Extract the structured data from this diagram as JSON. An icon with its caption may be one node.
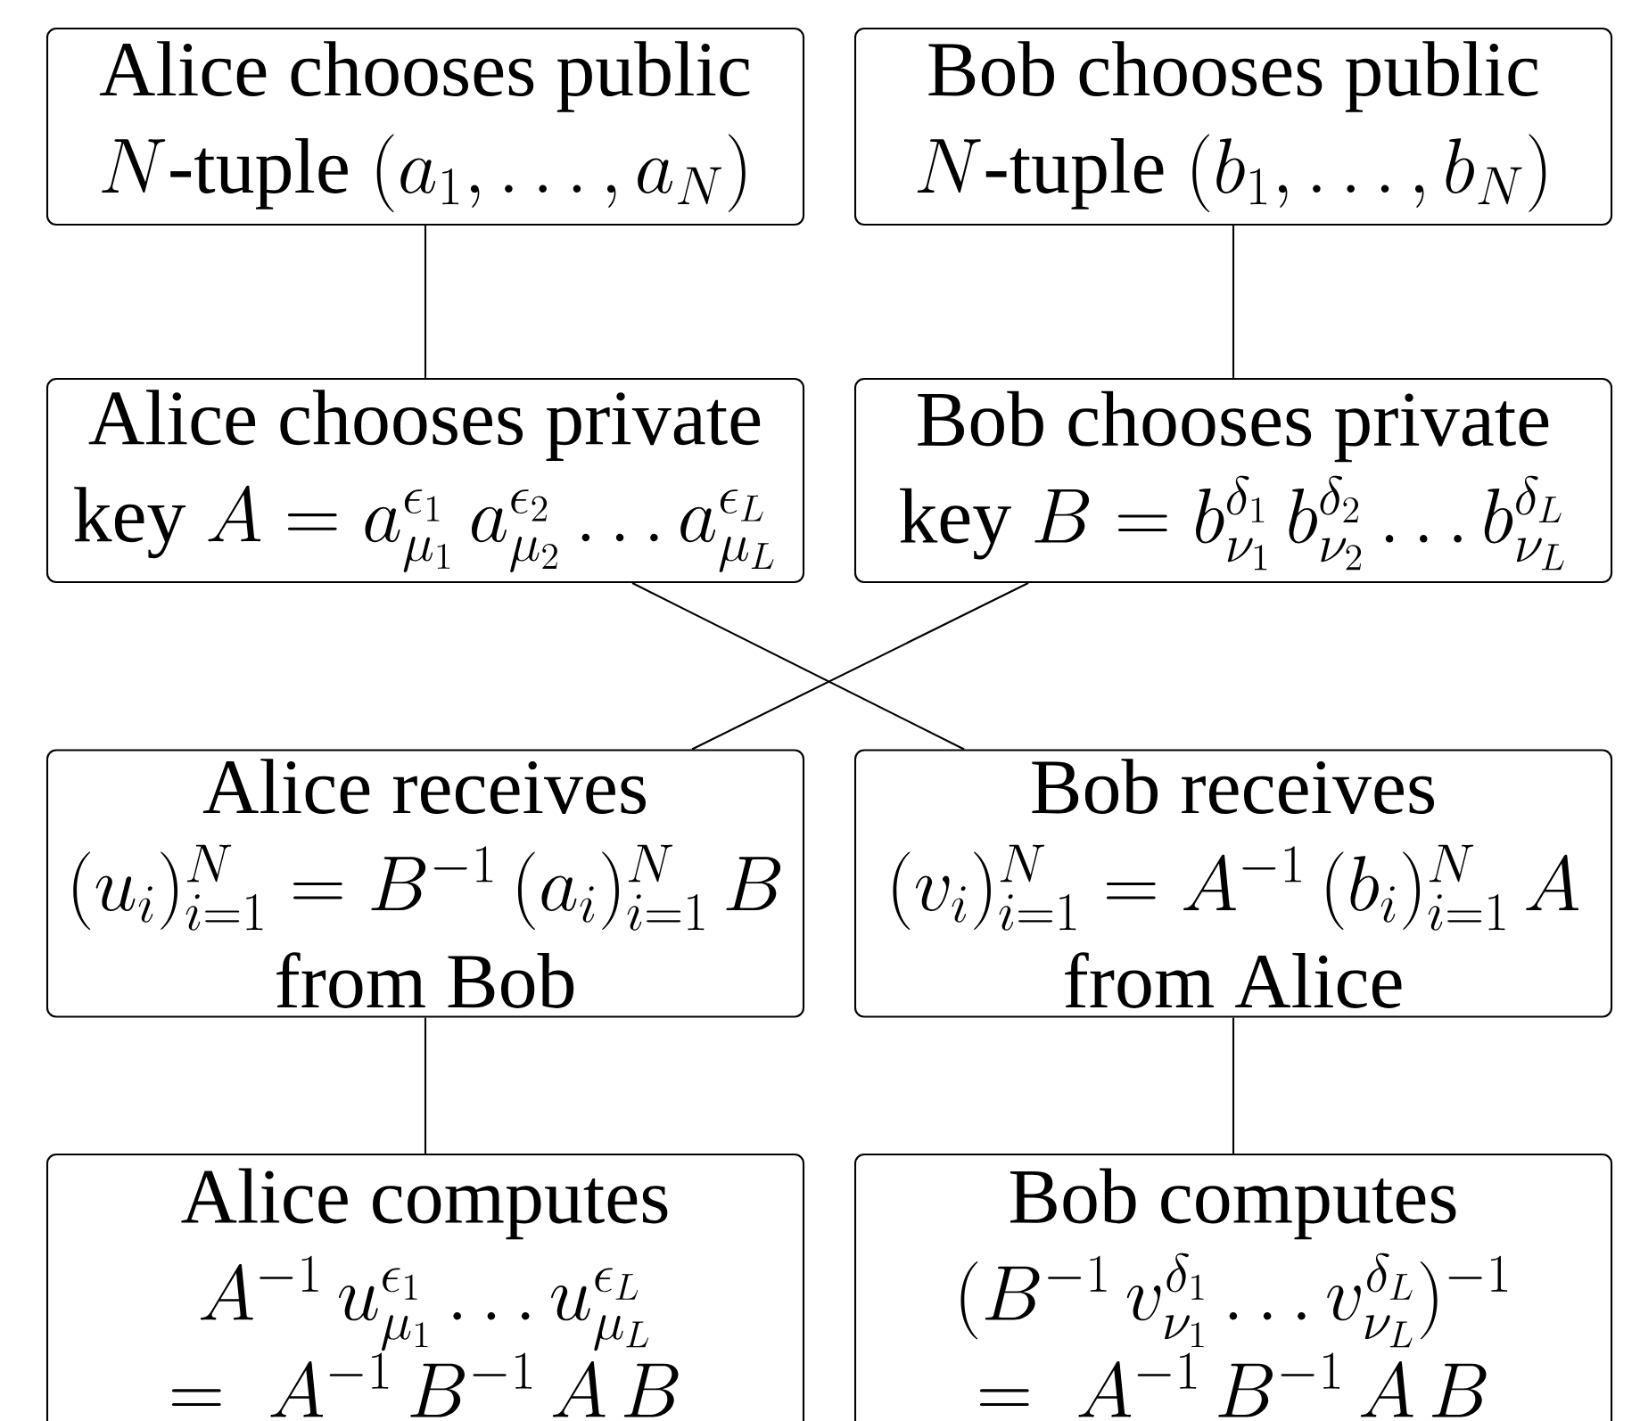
{
  "diagram": {
    "nodes": [
      {
        "text": [
          "Alice chooses public",
          "N\\text{-tuple }(a_1,\\ldots,a_N)"
        ]
      },
      {
        "text": [
          "Bob chooses public",
          "N\\text{-tuple }(b_1,\\ldots,b_N)"
        ]
      },
      {
        "text": [
          "Alice chooses private",
          "\\text{key }A = a_{\\mu_1}^{\\epsilon_1}\\,a_{\\mu_2}^{\\epsilon_2}\\ldots a_{\\mu_L}^{\\epsilon_L}"
        ]
      },
      {
        "text": [
          "Bob chooses private",
          "\\text{key }B = b_{\\nu_1}^{\\delta_1}\\,b_{\\nu_2}^{\\delta_2}\\ldots b_{\\nu_L}^{\\delta_L}"
        ]
      },
      {
        "text": [
          "Alice receives",
          "(u_i)_{i=1}^N = B^{-1}\\,(a_i)_{i=1}^N\\,B",
          "from Bob"
        ]
      },
      {
        "text": [
          "Bob receives",
          "(v_i)_{i=1}^N = A^{-1}\\,(b_i)_{i=1}^N\\,A",
          "from Alice"
        ]
      },
      {
        "text": [
          "Alice computes",
          "A^{-1}\\,u_{\\mu_1}^{\\epsilon_1}\\ldots u_{\\mu_L}^{\\epsilon_L}",
          "=\\;A^{-1}\\,B^{-1}\\,A\\,B"
        ]
      },
      {
        "text": [
          "Bob computes",
          "(B^{-1}\\,v_{\\nu_1}^{\\delta_1}\\ldots v_{\\nu_L}^{\\delta_L})^{-1}",
          "=\\;A^{-1}\\,B^{-1}\\,A\\,B"
        ]
      }
    ],
    "edges": [
      {
        "from": 0,
        "to": 2,
        "arrow": "none"
      },
      {
        "from": 1,
        "to": 3,
        "arrow": "none"
      },
      {
        "from": 2,
        "to": 5,
        "arrow": "none"
      },
      {
        "from": 3,
        "to": 4,
        "arrow": "none"
      },
      {
        "from": 4,
        "to": 6,
        "arrow": "none"
      },
      {
        "from": 5,
        "to": 7,
        "arrow": "none"
      }
    ]
  }
}
